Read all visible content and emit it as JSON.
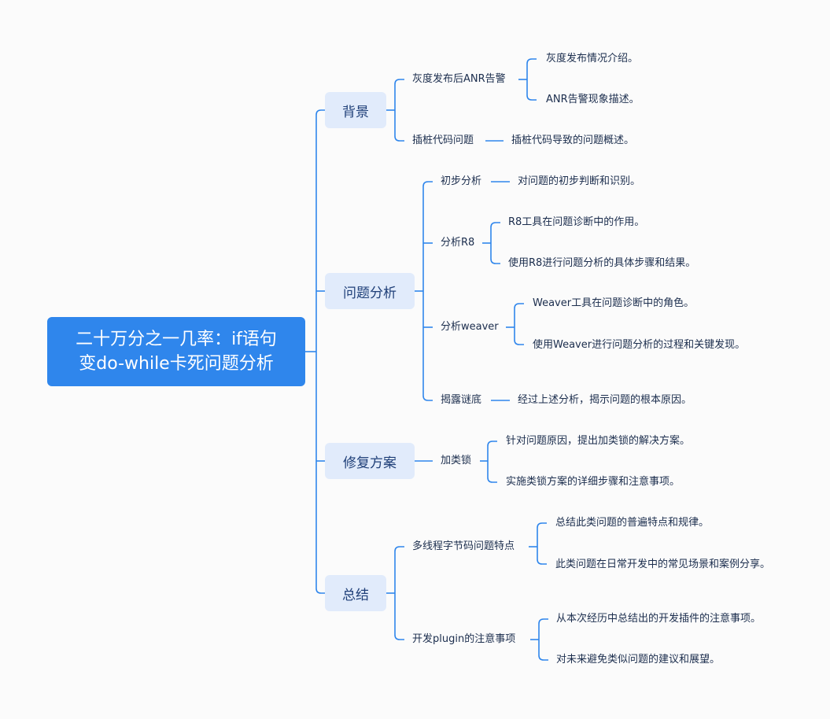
{
  "root": {
    "title_line1": "二十万分之一几率：if语句",
    "title_line2": "变do-while卡死问题分析"
  },
  "sections": [
    {
      "label": "背景",
      "children": [
        {
          "label": "灰度发布后ANR告警",
          "details": [
            "灰度发布情况介绍。",
            "ANR告警现象描述。"
          ]
        },
        {
          "label": "插桩代码问题",
          "details": [
            "插桩代码导致的问题概述。"
          ]
        }
      ]
    },
    {
      "label": "问题分析",
      "children": [
        {
          "label": "初步分析",
          "details": [
            "对问题的初步判断和识别。"
          ]
        },
        {
          "label": "分析R8",
          "details": [
            "R8工具在问题诊断中的作用。",
            "使用R8进行问题分析的具体步骤和结果。"
          ]
        },
        {
          "label": "分析weaver",
          "details": [
            "Weaver工具在问题诊断中的角色。",
            "使用Weaver进行问题分析的过程和关键发现。"
          ]
        },
        {
          "label": "揭露谜底",
          "details": [
            "经过上述分析，揭示问题的根本原因。"
          ]
        }
      ]
    },
    {
      "label": "修复方案",
      "children": [
        {
          "label": "加类锁",
          "details": [
            "针对问题原因，提出加类锁的解决方案。",
            "实施类锁方案的详细步骤和注意事项。"
          ]
        }
      ]
    },
    {
      "label": "总结",
      "children": [
        {
          "label": "多线程字节码问题特点",
          "details": [
            "总结此类问题的普遍特点和规律。",
            "此类问题在日常开发中的常见场景和案例分享。"
          ]
        },
        {
          "label": "开发plugin的注意事项",
          "details": [
            "从本次经历中总结出的开发插件的注意事项。",
            "对未来避免类似问题的建议和展望。"
          ]
        }
      ]
    }
  ],
  "colors": {
    "accent": "#2f86ec",
    "branch_bg": "#e1ebfb",
    "background": "#fbfbfb"
  }
}
